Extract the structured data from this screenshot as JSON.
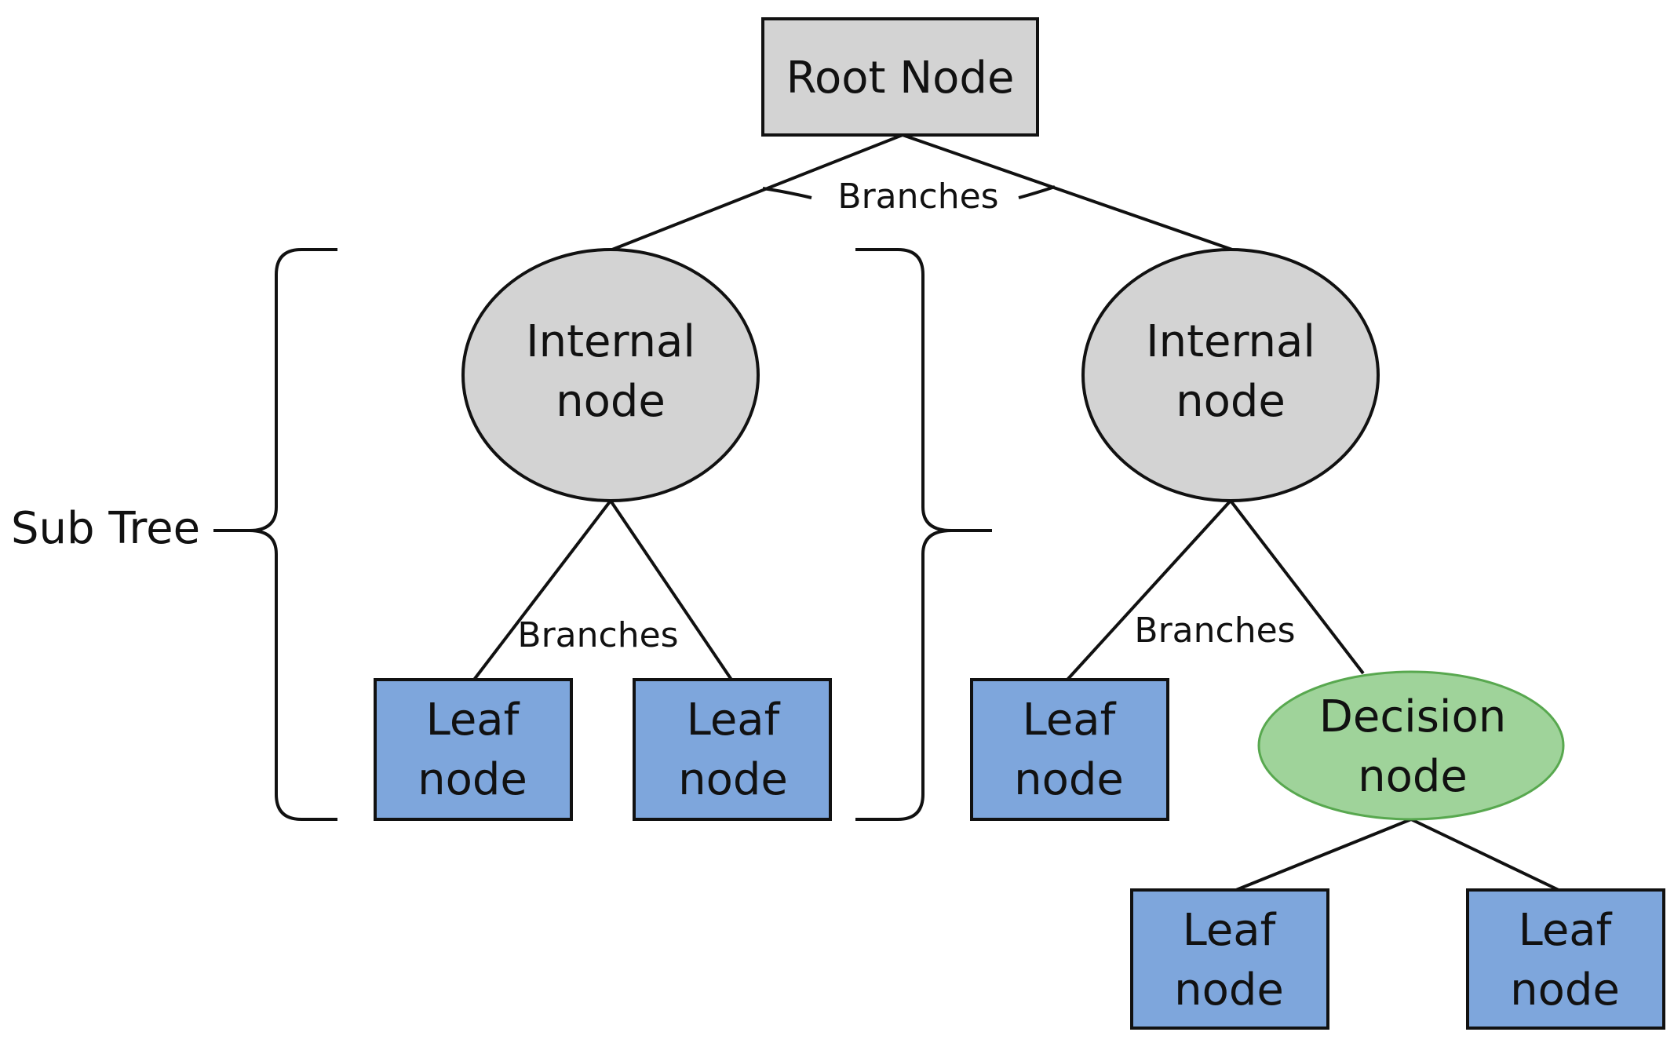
{
  "root": {
    "label": "Root Node"
  },
  "branch_labels": {
    "top": "Branches",
    "left": "Branches",
    "right": "Branches"
  },
  "subtree_label": "Sub Tree",
  "internal_left": {
    "line1": "Internal",
    "line2": "node"
  },
  "internal_right": {
    "line1": "Internal",
    "line2": "node"
  },
  "decision": {
    "line1": "Decision",
    "line2": "node"
  },
  "leaves": [
    {
      "line1": "Leaf",
      "line2": "node"
    },
    {
      "line1": "Leaf",
      "line2": "node"
    },
    {
      "line1": "Leaf",
      "line2": "node"
    },
    {
      "line1": "Leaf",
      "line2": "node"
    },
    {
      "line1": "Leaf",
      "line2": "node"
    }
  ],
  "colors": {
    "root_fill": "#d3d3d3",
    "internal_fill": "#d3d3d3",
    "leaf_fill": "#7ea6dc",
    "decision_fill": "#9fd39a",
    "decision_stroke": "#58a84f",
    "stroke": "#111111"
  }
}
